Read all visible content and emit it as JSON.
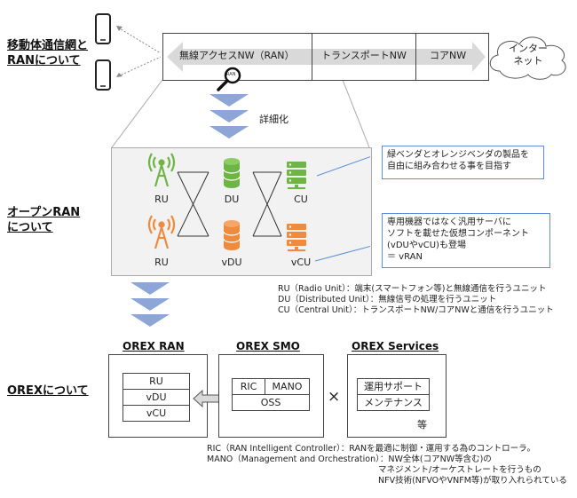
{
  "sections": {
    "mobile_ran_line1": "移動体通信網と",
    "mobile_ran_line2": "RANについて",
    "open_ran_line1": "オープンRAN",
    "open_ran_line2": "について",
    "orex": "OREXについて"
  },
  "network": {
    "ran": "無線アクセスNW（RAN）",
    "transport": "トランスポートNW",
    "core": "コアNW",
    "internet_line1": "インター",
    "internet_line2": "ネット"
  },
  "magnifier_label": "RAN",
  "detail_label": "詳細化",
  "nodes": {
    "ru_top": "RU",
    "du_top": "DU",
    "cu_top": "CU",
    "ru_bottom": "RU",
    "vdu_bottom": "vDU",
    "vcu_bottom": "vCU"
  },
  "notes": {
    "vendor_line1": "緑ベンダとオレンジベンダの製品を",
    "vendor_line2": "自由に組み合わせる事を目指す",
    "vran_line1": "専用機器ではなく汎用サーバに",
    "vran_line2": "ソフトを載せた仮想コンポーネント",
    "vran_line3": "(vDUやvCU)も登場",
    "vran_line4": "＝ vRAN"
  },
  "legend": {
    "ru": "RU（Radio Unit）：端末(スマートフォン等)と無線通信を行うユニット",
    "du": "DU（Distributed Unit）：無線信号の処理を行うユニット",
    "cu": "CU（Central Unit）：トランスポートNW/コアNWと通信を行うユニット"
  },
  "orex": {
    "ran_title": "OREX RAN",
    "smo_title": "OREX SMO",
    "services_title": "OREX Services",
    "ran_items": [
      "RU",
      "vDU",
      "vCU"
    ],
    "ric": "RIC",
    "mano": "MANO",
    "oss": "OSS",
    "times": "×",
    "service_items": [
      "運用サポート",
      "メンテナンス"
    ],
    "etc": "等"
  },
  "footnotes": {
    "ric": "RIC（RAN Intelligent Controller）：RANを最適に制御・運用する為のコントローラ。",
    "mano_line1": "MANO（Management and Orchestration）：NW全体(コアNW等含む)の",
    "mano_line2": "マネジメント/オーケストレートを行うもの",
    "mano_line3": "NFV技術(NFVOやVNFM等)が取り入れられている"
  },
  "colors": {
    "green": "#6fb545",
    "orange": "#f08a3c",
    "arrow": "#8ea5d8",
    "note_border": "#5b8fd6"
  }
}
